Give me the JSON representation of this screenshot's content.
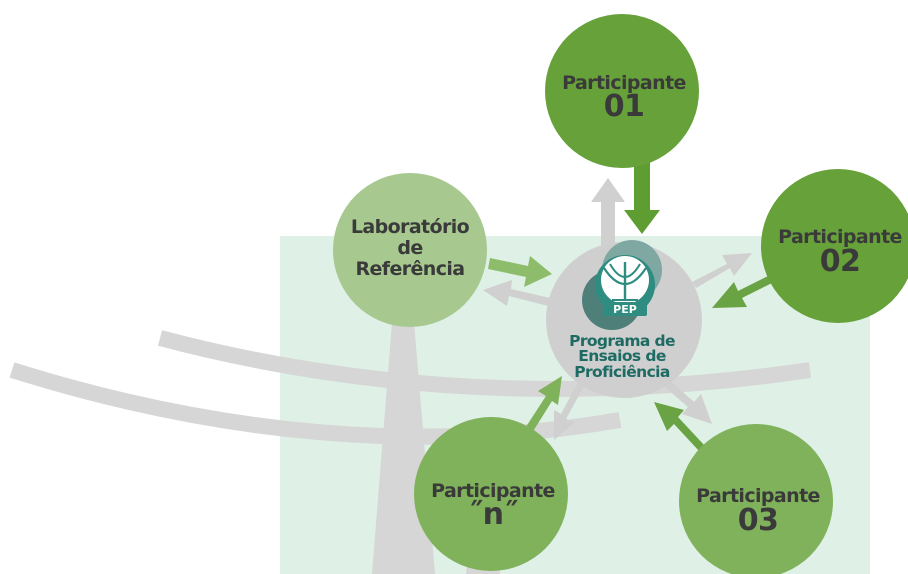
{
  "colors": {
    "background_panel": "#dff0e6",
    "grey_shape": "#d6d6d6",
    "node_dark": "#66a13a",
    "node_mid": "#7fb25a",
    "node_light": "#a7c98f",
    "arrow_green": "#6aa343",
    "arrow_light_green": "#8dbd6a",
    "arrow_grey": "#d0d0d0",
    "center_fill": "#cfcfcf",
    "logo_teal": "#2f8c80",
    "logo_grey_teal": "#7fa8a2",
    "text_dark": "#3a3a3a",
    "text_teal": "#1e6b63"
  },
  "center": {
    "logo_abbrev": "PEP",
    "title_lines": [
      "Programa de",
      "Ensaios de",
      "Proficiência"
    ]
  },
  "reference_lab": {
    "lines": [
      "Laboratório",
      "de",
      "Referência"
    ]
  },
  "participants": {
    "p01": {
      "label": "Participante",
      "number": "01"
    },
    "p02": {
      "label": "Participante",
      "number": "02"
    },
    "p03": {
      "label": "Participante",
      "number": "03"
    },
    "pn": {
      "label": "Participante",
      "number": "˝n˝"
    }
  },
  "icons": {
    "logo": "proficiency-program-logo-icon"
  }
}
